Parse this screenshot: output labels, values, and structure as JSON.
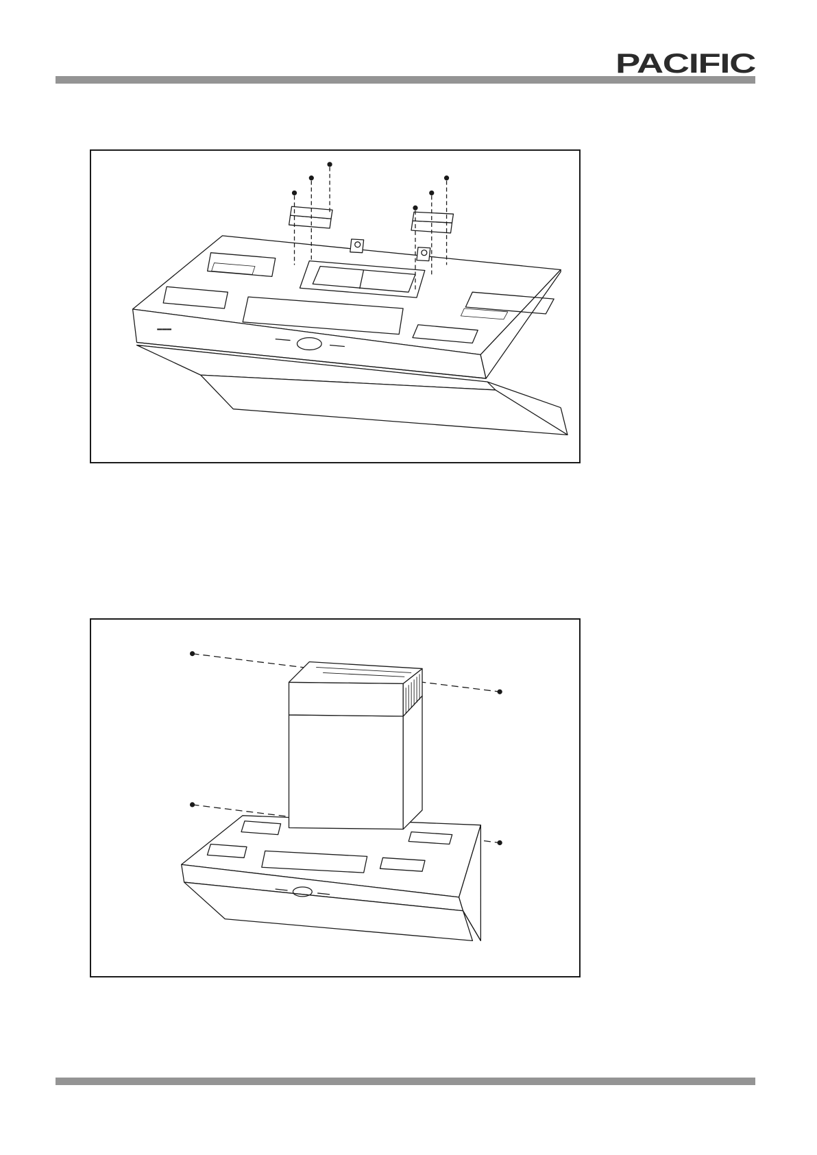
{
  "header": {
    "brand": "PACIFIC"
  },
  "figures": [
    {
      "id": "bracket-mounting",
      "icon": "range-hood-bracket-diagram"
    },
    {
      "id": "chimney-mounting",
      "icon": "range-hood-chimney-diagram"
    }
  ],
  "colors": {
    "rule": "#949494",
    "ink": "#1a1a1a",
    "logo": "#2b2b2b"
  }
}
